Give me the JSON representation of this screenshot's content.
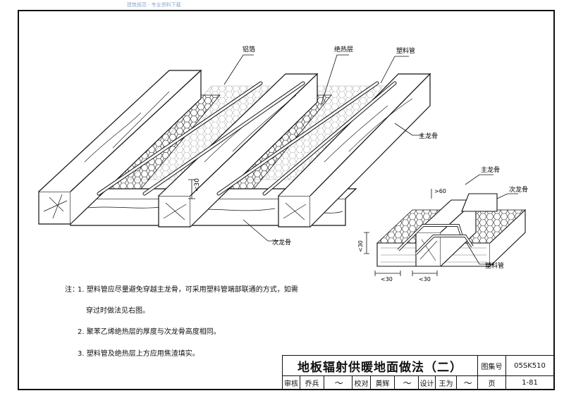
{
  "watermark": "建筑规范 · 专业资料下载",
  "labels": {
    "foil": "铝箔",
    "insulation": "绝热层",
    "pipe_top": "塑料管",
    "main_joist": "主龙骨",
    "secondary_joist": "次龙骨",
    "dim_30_left": "<30",
    "detail_main_joist": "主龙骨",
    "detail_secondary_joist": "次龙骨",
    "detail_pipe": "塑料管",
    "detail_dim_60": ">60",
    "detail_dim_30_v": "<30",
    "detail_dim_30_a": "<30",
    "detail_dim_30_b": "<30"
  },
  "notes": {
    "prefix": "注：",
    "item1_line1": "1. 塑料管应尽量避免穿越主龙骨，可采用塑料管端部联通的方式，如需",
    "item1_line2": "穿过时做法见右图。",
    "item2": "2. 聚苯乙烯绝热层的厚度与次龙骨高度相同。",
    "item3": "3. 塑料管及绝热层上方应用焦渣填实。"
  },
  "title_block": {
    "title": "地板辐射供暖地面做法（二）",
    "atlas_label": "图集号",
    "atlas_no": "05SK510",
    "review_label": "审核",
    "reviewer": "乔兵",
    "check_label": "校对",
    "checker": "黄辉",
    "design_label": "设计",
    "designer": "王为",
    "page_label": "页",
    "page_no": "1-81"
  }
}
